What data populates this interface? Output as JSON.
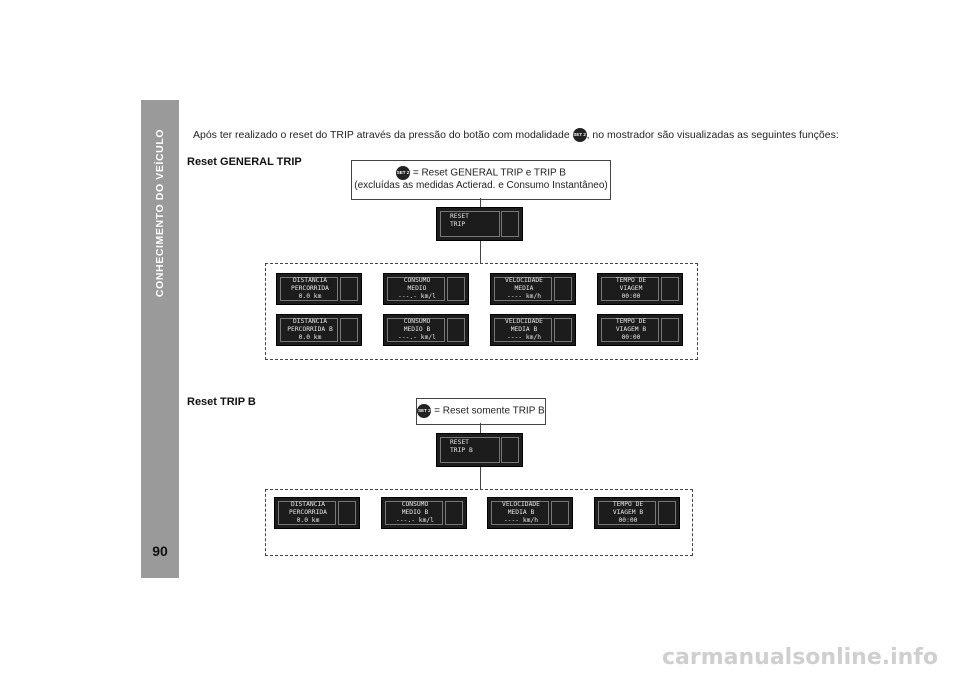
{
  "sidebar": {
    "title": "CONHECIMENTO DO VEÍCULO",
    "page_number": "90"
  },
  "intro": {
    "before": "Após ter realizado o reset do TRIP através da pressão do botão com modalidade",
    "after": ", no mostrador são visualizadas as seguintes funções:",
    "badge": "SET 2"
  },
  "section1": {
    "title": "Reset GENERAL TRIP",
    "callout_line1": "= Reset GENERAL TRIP e TRIP B",
    "callout_line2": "(excluídas as medidas Actierad. e Consumo Instantâneo)",
    "reset_display": {
      "l1": "RESET",
      "l2": "TRIP"
    },
    "row1": [
      {
        "l1": "DISTANCIA",
        "l2": "PERCORRIDA",
        "l3": "0.0 km"
      },
      {
        "l1": "CONSUMO",
        "l2": "MEDIO",
        "l3": "---.- km/l"
      },
      {
        "l1": "VELOCIDADE",
        "l2": "MEDIA",
        "l3": "---- km/h"
      },
      {
        "l1": "TEMPO DE",
        "l2": "VIAGEM",
        "l3": "00:00"
      }
    ],
    "row2": [
      {
        "l1": "DISTANCIA",
        "l2": "PERCORRIDA B",
        "l3": "0.0 km"
      },
      {
        "l1": "CONSUMO",
        "l2": "MEDIO B",
        "l3": "---.- km/l"
      },
      {
        "l1": "VELOCIDADE",
        "l2": "MEDIA B",
        "l3": "---- km/h"
      },
      {
        "l1": "TEMPO DE",
        "l2": "VIAGEM B",
        "l3": "00:00"
      }
    ]
  },
  "section2": {
    "title": "Reset TRIP B",
    "callout_line1": "= Reset somente TRIP B",
    "reset_display": {
      "l1": "RESET",
      "l2": "TRIP B"
    },
    "row": [
      {
        "l1": "DISTANCIA",
        "l2": "PERCORRIDA",
        "l3": "0.0 km"
      },
      {
        "l1": "CONSUMO",
        "l2": "MEDIO B",
        "l3": "---.- km/l"
      },
      {
        "l1": "VELOCIDADE",
        "l2": "MEDIA B",
        "l3": "---- km/h"
      },
      {
        "l1": "TEMPO DE",
        "l2": "VIAGEM B",
        "l3": "00:00"
      }
    ]
  },
  "watermark": "carmanualsonline.info"
}
